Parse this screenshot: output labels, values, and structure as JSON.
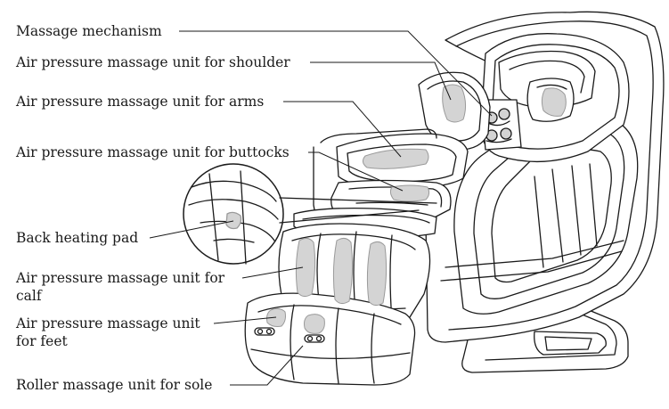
{
  "labels": {
    "massage_mechanism": "Massage mechanism",
    "shoulder_unit": "Air pressure massage unit for shoulder",
    "arms_unit": "Air pressure massage unit for arms",
    "buttocks_unit": "Air pressure massage unit for buttocks",
    "back_heating_pad": "Back heating pad",
    "calf_unit_line1": "Air pressure massage unit for",
    "calf_unit_line2": "calf",
    "feet_unit_line1": "Air pressure massage unit",
    "feet_unit_line2": "for feet",
    "sole_unit": "Roller massage unit for sole"
  },
  "colors": {
    "line": "#1a1a1a",
    "pad_fill": "#d4d4d4",
    "background": "#ffffff"
  }
}
